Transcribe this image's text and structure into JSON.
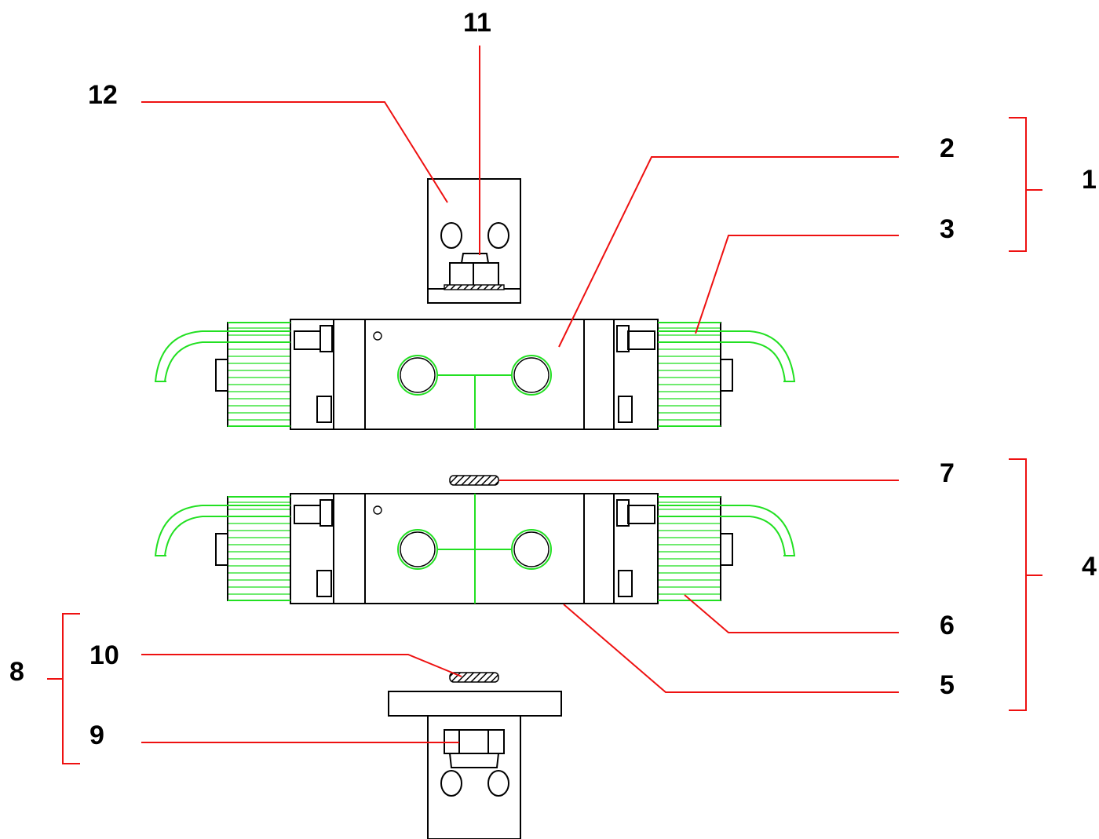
{
  "diagram": {
    "labels": {
      "l1": "1",
      "l2": "2",
      "l3": "3",
      "l4": "4",
      "l5": "5",
      "l6": "6",
      "l7": "7",
      "l8": "8",
      "l9": "9",
      "l10": "10",
      "l11": "11",
      "l12": "12"
    },
    "colors": {
      "leader_lines": "#ee1111",
      "coil_wiring": "#22e022",
      "outline": "#000000",
      "background": "#ffffff"
    }
  }
}
